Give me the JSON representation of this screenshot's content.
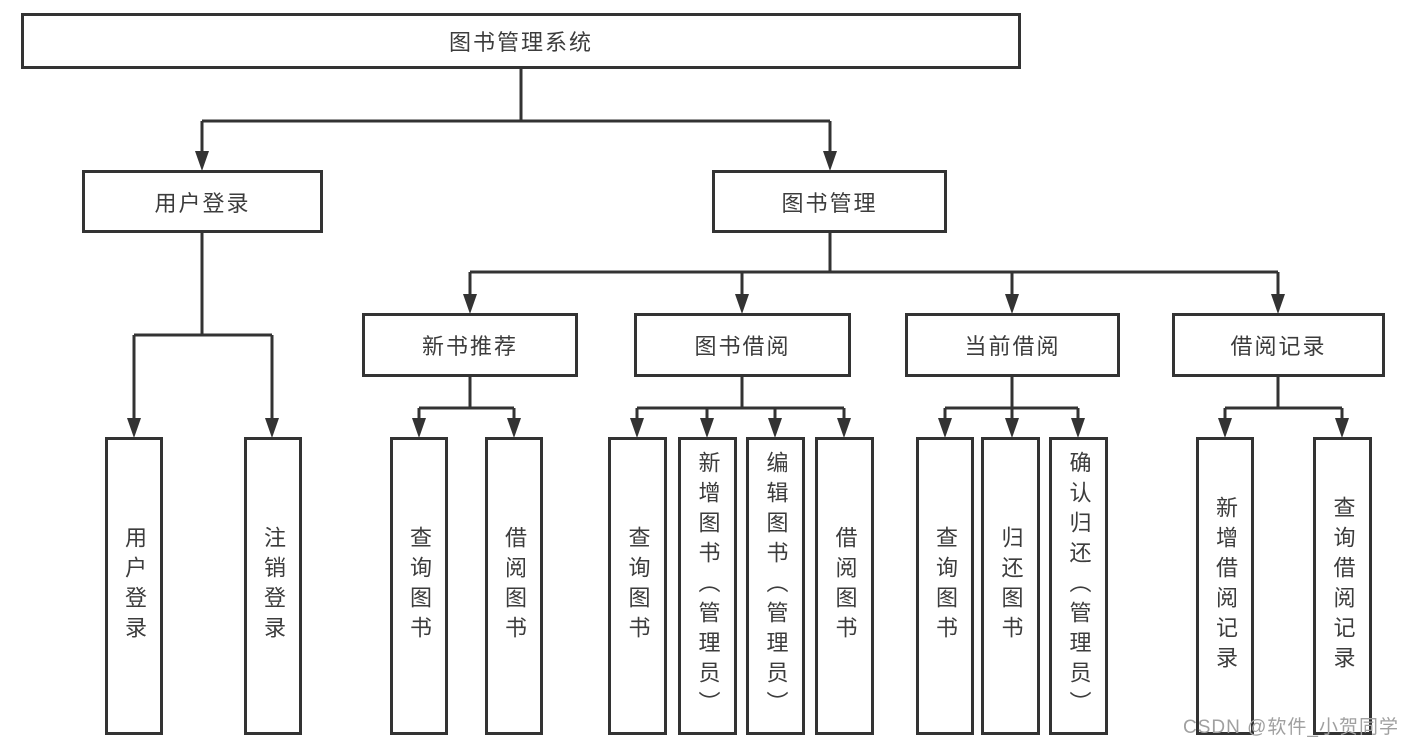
{
  "colors": {
    "line": "#333333",
    "box_border": "#333333",
    "text": "#3c3c3c",
    "watermark": "#a0a0a0",
    "background": "#ffffff"
  },
  "tree": {
    "root": {
      "label": "图书管理系统"
    },
    "branches": [
      {
        "label": "用户登录",
        "children": [
          {
            "label": "用户登录"
          },
          {
            "label": "注销登录"
          }
        ]
      },
      {
        "label": "图书管理",
        "children": [
          {
            "label": "新书推荐",
            "children": [
              {
                "label": "查询图书"
              },
              {
                "label": "借阅图书"
              }
            ]
          },
          {
            "label": "图书借阅",
            "children": [
              {
                "label": "查询图书"
              },
              {
                "label": "新增图书（管理员）"
              },
              {
                "label": "编辑图书（管理员）"
              },
              {
                "label": "借阅图书"
              }
            ]
          },
          {
            "label": "当前借阅",
            "children": [
              {
                "label": "查询图书"
              },
              {
                "label": "归还图书"
              },
              {
                "label": "确认归还（管理员）"
              }
            ]
          },
          {
            "label": "借阅记录",
            "children": [
              {
                "label": "新增借阅记录"
              },
              {
                "label": "查询借阅记录"
              }
            ]
          }
        ]
      }
    ]
  },
  "watermark": {
    "text": "CSDN @软件_小贺同学"
  }
}
